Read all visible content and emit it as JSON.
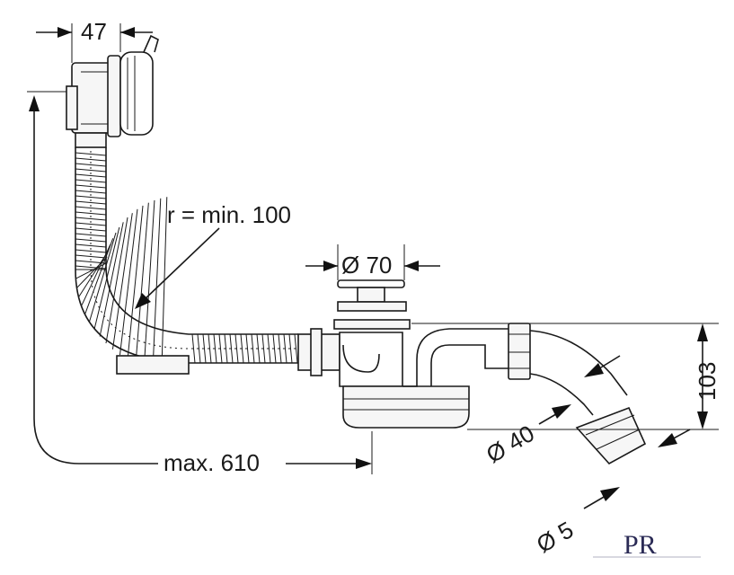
{
  "dimensions": {
    "width_top": "47",
    "bend_radius": "r = min. 100",
    "drain_diameter": "Ø 70",
    "max_length": "max. 610",
    "height": "103",
    "pipe_diameter": "Ø 40",
    "outlet_diameter": "Ø 5"
  },
  "logo": {
    "text": "PR"
  },
  "colors": {
    "line": "#1a1a1a",
    "background": "#ffffff",
    "logo": "#2a2a55"
  }
}
